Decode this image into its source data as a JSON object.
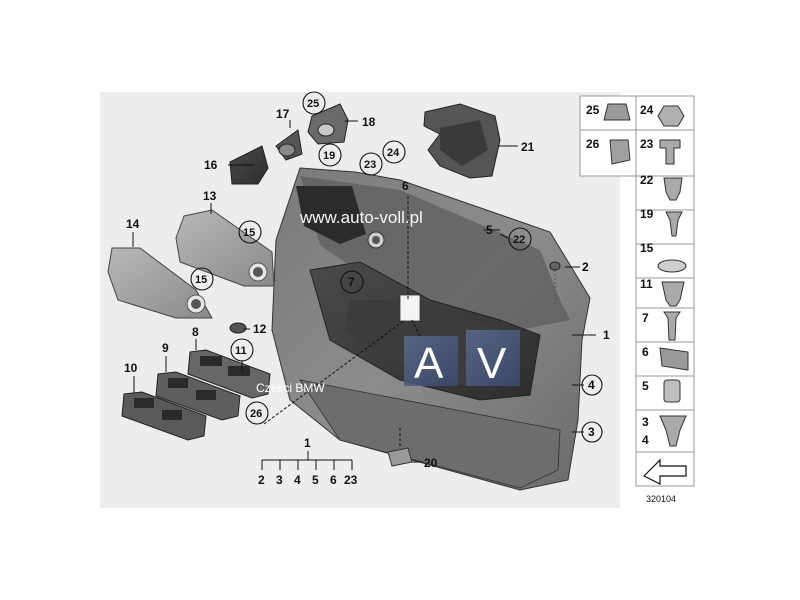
{
  "watermark": {
    "site": "www.auto-voll.pl",
    "caption": "Czesci BMW",
    "logo_left": "A",
    "logo_right": "V"
  },
  "diagram_number": "320104",
  "callouts": {
    "c1": "1",
    "c2": "2",
    "c3": "3",
    "c4": "4",
    "c5": "5",
    "c6": "6",
    "c7": "7",
    "c8": "8",
    "c9": "9",
    "c10": "10",
    "c11": "11",
    "c12": "12",
    "c13": "13",
    "c14": "14",
    "c15a": "15",
    "c15b": "15",
    "c16": "16",
    "c17": "17",
    "c18": "18",
    "c19": "19",
    "c20": "20",
    "c21": "21",
    "c22": "22",
    "c23": "23",
    "c24": "24",
    "c25": "25",
    "c26": "26"
  },
  "set_tree": {
    "root": "1",
    "items": [
      "2",
      "3",
      "4",
      "5",
      "6",
      "23"
    ]
  },
  "fastener_panel": [
    {
      "label": "25"
    },
    {
      "label": "24"
    },
    {
      "label": "26"
    },
    {
      "label": "23"
    },
    {
      "label": "22"
    },
    {
      "label": "19"
    },
    {
      "label": "15"
    },
    {
      "label": "11"
    },
    {
      "label": "7"
    },
    {
      "label": "6"
    },
    {
      "label": "5"
    },
    {
      "label": "3"
    },
    {
      "label": "4"
    }
  ]
}
